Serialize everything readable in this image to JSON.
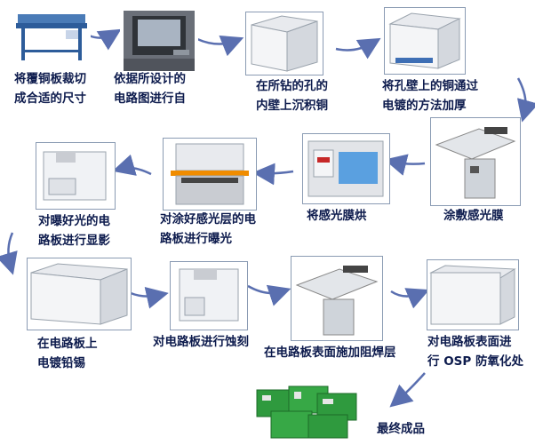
{
  "steps": [
    {
      "line1": "将覆铜板裁切",
      "line2": "成合适的尺寸",
      "machine": "shear-cutter"
    },
    {
      "line1": "依据所设计的",
      "line2": "电路图进行自",
      "machine": "cnc-drill"
    },
    {
      "line1": "在所钻的孔的",
      "line2": "内壁上沉积铜",
      "machine": "cabinet"
    },
    {
      "line1": "将孔壁上的铜通过",
      "line2": "电镀的方法加厚",
      "machine": "cabinet"
    },
    {
      "line1": "涂敷感光膜",
      "line2": "",
      "machine": "coater"
    },
    {
      "line1": "将感光膜烘",
      "line2": "",
      "machine": "oven"
    },
    {
      "line1": "对涂好感光层的电",
      "line2": "路板进行曝光",
      "machine": "exposure"
    },
    {
      "line1": "对曝好光的电",
      "line2": "路板进行显影",
      "machine": "developer"
    },
    {
      "line1": "在电路板上",
      "line2": "电镀铅锡",
      "machine": "cabinet"
    },
    {
      "line1": "对电路板进行蚀刻",
      "line2": "",
      "machine": "etcher"
    },
    {
      "line1": "在电路板表面施加阻焊层",
      "line2": "",
      "machine": "coater"
    },
    {
      "line1": "对电路板表面进",
      "line2": "行 OSP 防氧化处",
      "machine": "cabinet"
    },
    {
      "line1": "最终成品",
      "line2": "",
      "machine": "pcb"
    }
  ],
  "colors": {
    "label": "#0d1b4d",
    "arrow": "#5a6fb0",
    "frame": "#8a9bb3",
    "pcb": "#2f9a3e"
  }
}
